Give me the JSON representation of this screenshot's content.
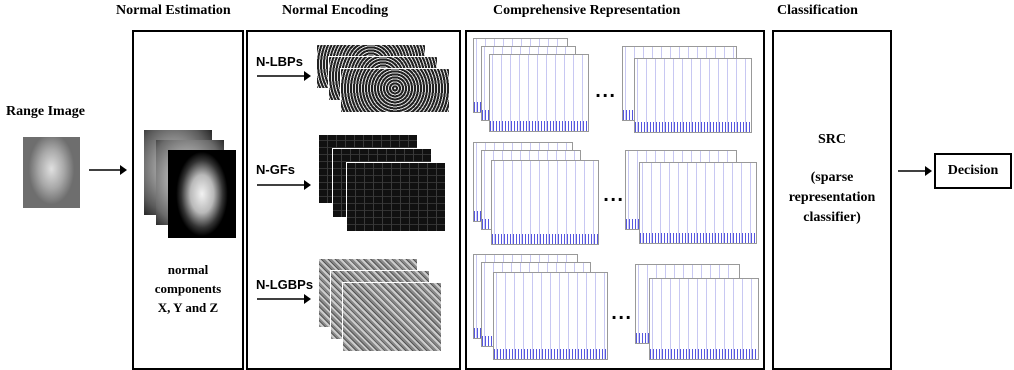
{
  "headers": {
    "normal_estimation": "Normal Estimation",
    "normal_encoding": "Normal Encoding",
    "comprehensive_representation": "Comprehensive Representation",
    "classification": "Classification"
  },
  "input_label": "Range Image",
  "estimation": {
    "line1": "normal",
    "line2": "components",
    "line3": "X, Y and Z"
  },
  "encoding": {
    "n_lbps": "N-LBPs",
    "n_gfs": "N-GFs",
    "n_lgbps": "N-LGBPs"
  },
  "representation": {
    "ellipsis": "..."
  },
  "classification": {
    "line1": "SRC",
    "line2": "(sparse",
    "line3": "representation",
    "line4": "classifier)"
  },
  "output_label": "Decision"
}
